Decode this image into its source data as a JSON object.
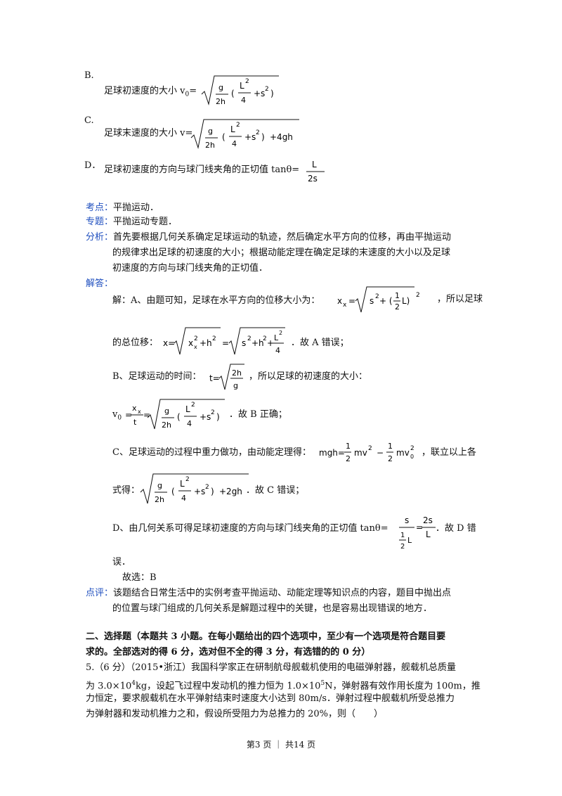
{
  "options": {
    "B": {
      "letter": "B.",
      "text": "足球初速度的大小 v",
      "sub": "0",
      "eq": "="
    },
    "C": {
      "letter": "C.",
      "text": "足球末速度的大小 v="
    },
    "D": {
      "letter": "D．",
      "text": "足球初速度的方向与球门线夹角的正切值 tanθ="
    }
  },
  "analysis": {
    "kaodian_label": "考点：",
    "kaodian": "平抛运动．",
    "zhuanti_label": "专题：",
    "zhuanti": "平抛运动专题．",
    "fenxi_label": "分析：",
    "fenxi_lines": [
      "首先要根据几何关系确定足球运动的轨迹，然后确定水平方向的位移，再由平抛运动",
      "的规律求出足球的初速度的大小；根据动能定理在确定足球的末速度的大小以及足球",
      "初速度的方向与球门线夹角的正切值．"
    ],
    "jieda_label": "解答："
  },
  "solution": {
    "a1": "解：A、由题可知，足球在水平方向的位移大小为：",
    "a1_end": "，所以足球",
    "a2": "的总位移：",
    "a2_end": "．故 A 错误；",
    "b1": "B、足球运动的时间：",
    "b1_end": "，所以足球的初速度的大小：",
    "b2_start": "v",
    "b2_sub": "0",
    "b2_end": "．故 B 正确；",
    "c1": "C、足球运动的过程中重力做功，由动能定理得：",
    "c1_end": "，联立以上各",
    "c2": "式得：",
    "c2_end": "．故 C 错误；",
    "d1": "D、由几何关系可得足球初速度的方向与球门线夹角的正切值 tanθ=",
    "d1_end": "．故 D 错",
    "d2": "误．",
    "answer": "故选：B"
  },
  "comment": {
    "label": "点评：",
    "lines": [
      "该题结合日常生活中的实例考查平抛运动、动能定理等知识点的内容，题目中抛出点",
      "的位置与球门组成的几何关系是解题过程中的关键，也是容易出现错误的地方．"
    ]
  },
  "section": {
    "line1": "二、选择题（本题共 3 小题。在每小题给出的四个选项中，至少有一个选项是符合题目要",
    "line2": "求的。全部选对的得 6 分，选对但不全的得 3 分，有选错的的 0 分）"
  },
  "question5": {
    "l1": "5.（6 分）（2015•浙江）我国科学家正在研制航母舰载机使用的电磁弹射器，舰载机总质量",
    "l2_a": "为 3.0×10",
    "l2_sup1": "4",
    "l2_b": "kg，设起飞过程中发动机的推力恒为 1.0×10",
    "l2_sup2": "5",
    "l2_c": "N，弹射器有效作用长度为 100m，推",
    "l3": "力恒定，要求舰载机在水平弹射结束时速度大小达到 80m/s．弹射过程中舰载机所受总推力",
    "l4": "为弹射器和发动机推力之和，假设所受阻力为总推力的 20%，则（　　）"
  },
  "footer": {
    "text": "第3 页 ｜ 共14 页"
  }
}
